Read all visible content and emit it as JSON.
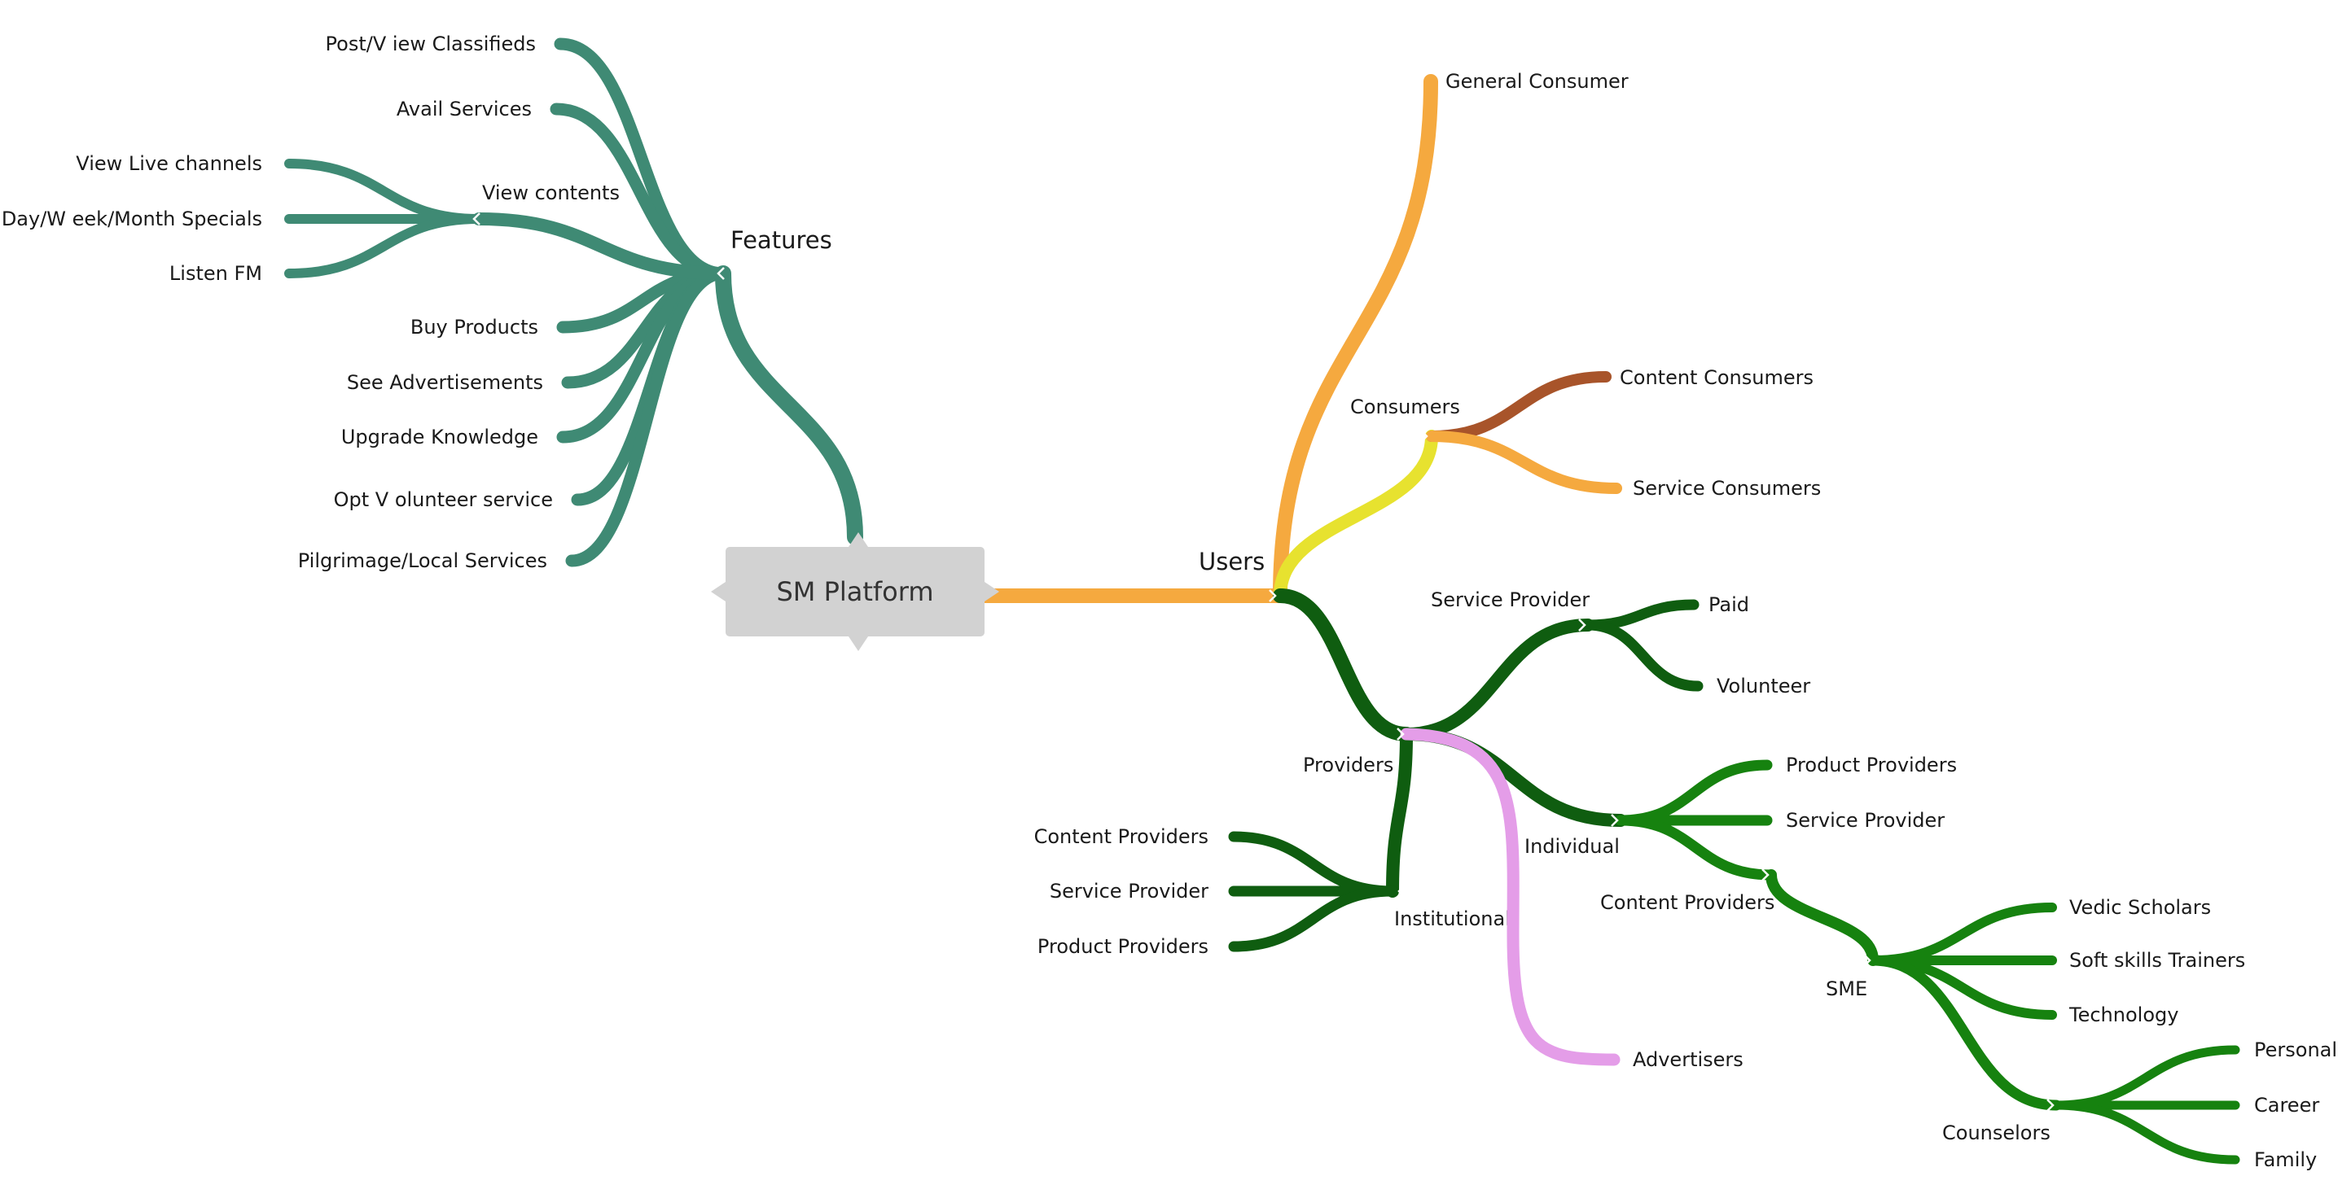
{
  "root": {
    "label": "SM Platform"
  },
  "colors": {
    "features": "#3f8a74",
    "users": "#f5a93f",
    "consumers": "#e7e22f",
    "content_consumers": "#a8542a",
    "providers_dark": "#0f5d10",
    "providers_green": "#16820f",
    "advertisers": "#e49de8",
    "text_dark": "#1a1a1a",
    "text_brown": "#7a4a0c",
    "text_purple": "#8a2e96"
  },
  "features": {
    "label": "Features",
    "items": [
      "Post/V iew Classifieds",
      "Avail Services",
      "Buy Products",
      "See   Advertisements",
      "Upgrade Knowledge",
      "Opt V olunteer service",
      "Pilgrimage/Local Services"
    ],
    "view_contents": {
      "label": "View contents",
      "items": [
        "View Live channels",
        "Day/W eek/Month Specials",
        "Listen FM"
      ]
    }
  },
  "users": {
    "label": "Users",
    "general_consumer": "General Consumer",
    "consumers": {
      "label": "Consumers",
      "items": [
        "Content Consumers",
        "Service Consumers"
      ]
    },
    "providers": {
      "label": "Providers",
      "service_provider": {
        "label": "Service Provider",
        "items": [
          "Paid",
          "Volunteer"
        ]
      },
      "individual": {
        "label": "Individual",
        "items": [
          "Product Providers",
          "Service Provider",
          "Content Providers"
        ],
        "sme": {
          "label": "SME",
          "items": [
            "Vedic Scholars",
            "Soft skills   Trainers",
            "Technology"
          ],
          "counselors": {
            "label": "Counselors",
            "items": [
              "Personal",
              "Career",
              "Family"
            ]
          }
        }
      },
      "institutional": {
        "label": "Institutional",
        "items": [
          "Content Providers",
          "Service Provider",
          "Product Providers"
        ]
      },
      "advertisers": "Advertisers"
    }
  }
}
